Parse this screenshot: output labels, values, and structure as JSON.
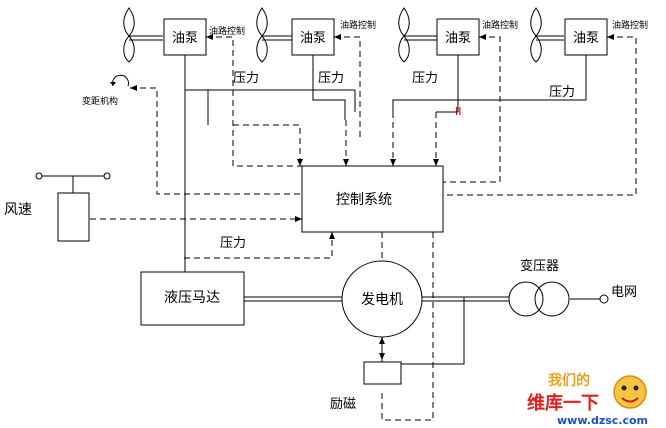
{
  "labels": {
    "oil_pump": "油泵",
    "pitch_control": "油路控制",
    "pressure": "压力",
    "pitch_mechanism": "变距机构",
    "control_system": "控制系统",
    "wind_speed": "风速",
    "hydraulic_motor": "液压马达",
    "generator": "发电机",
    "transformer": "变压器",
    "grid": "电网",
    "excitation": "励磁",
    "red_mark": "II"
  },
  "watermark": {
    "top": "我们的",
    "middle": "维库一下",
    "url": "www.dzsc.com"
  },
  "colors": {
    "line": "#000000",
    "red": "#cc0000",
    "wm_orange": "#f0a020",
    "wm_red": "#e02020",
    "wm_blue": "#1a4fd0"
  }
}
